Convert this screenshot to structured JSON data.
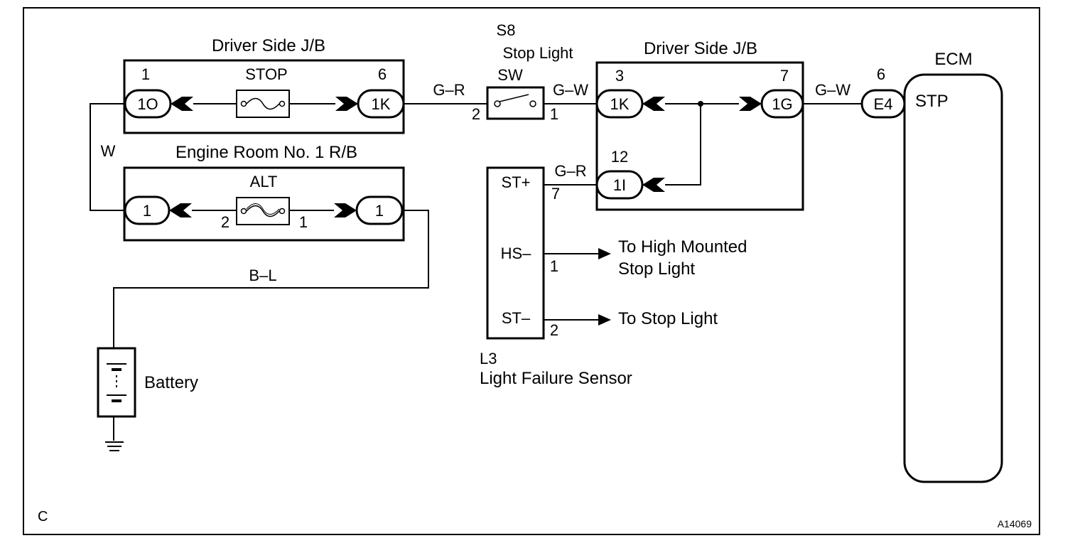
{
  "diagram": {
    "left_jb": {
      "title": "Driver Side J/B",
      "fuse": "STOP",
      "pin_left": "1",
      "conn_left": "1O",
      "pin_right": "6",
      "conn_right": "1K"
    },
    "rb": {
      "title": "Engine Room No. 1 R/B",
      "fuse": "ALT",
      "conn_left": "1",
      "fuse_pin_left": "2",
      "fuse_pin_right": "1",
      "conn_right": "1"
    },
    "switch": {
      "id": "S8",
      "name_line1": "Stop Light",
      "name_line2": "SW",
      "pin_left": "2",
      "pin_right": "1"
    },
    "right_jb": {
      "title": "Driver Side J/B",
      "pin_left": "3",
      "conn_left": "1K",
      "pin_right": "7",
      "conn_right": "1G",
      "pin_lower": "12",
      "conn_lower": "1I"
    },
    "ecm": {
      "title": "ECM",
      "pin": "6",
      "conn": "E4",
      "terminal": "STP"
    },
    "sensor": {
      "id": "L3",
      "name": "Light Failure Sensor",
      "term_st_plus": "ST+",
      "pin_st_plus": "7",
      "term_hs": "HS–",
      "pin_hs": "1",
      "term_st_minus": "ST–",
      "pin_st_minus": "2"
    },
    "outputs": {
      "hs_line1": "To High Mounted",
      "hs_line2": "Stop Light",
      "st": "To Stop Light"
    },
    "wires": {
      "w": "W",
      "bl": "B–L",
      "gr1": "G–R",
      "gw1": "G–W",
      "gw2": "G–W",
      "gr2": "G–R"
    },
    "battery": "Battery",
    "corner_code": "C",
    "figure_code": "A14069"
  }
}
